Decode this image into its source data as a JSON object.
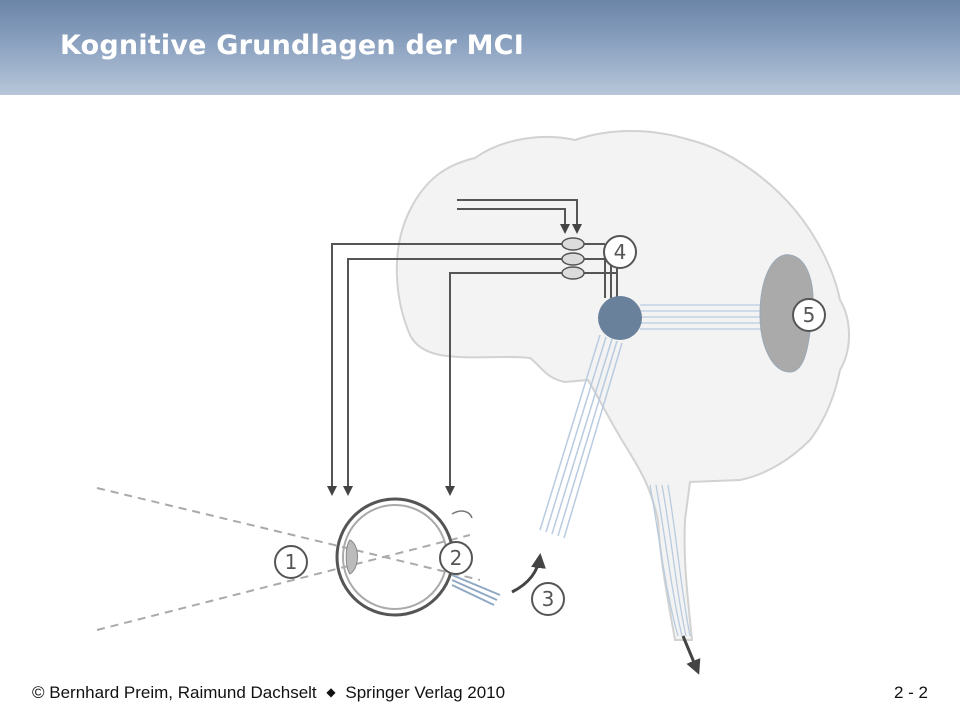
{
  "header": {
    "title": "Kognitive Grundlagen der MCI"
  },
  "diagram": {
    "labels": {
      "n1": "1",
      "n2": "2",
      "n3": "3",
      "n4": "4",
      "n5": "5"
    }
  },
  "footer": {
    "authors": "© Bernhard Preim, Raimund Dachselt",
    "separator": "◆",
    "publisher": "Springer Verlag 2010",
    "page": "2 - 2"
  },
  "colors": {
    "header_dark": "#6b85a8",
    "header_light": "#b7c6d9",
    "brain_fill": "#f2f2f2",
    "node_blue": "#6a819c",
    "fiber_blue": "#a9bfd6",
    "region_gray": "#aaaaaa"
  }
}
